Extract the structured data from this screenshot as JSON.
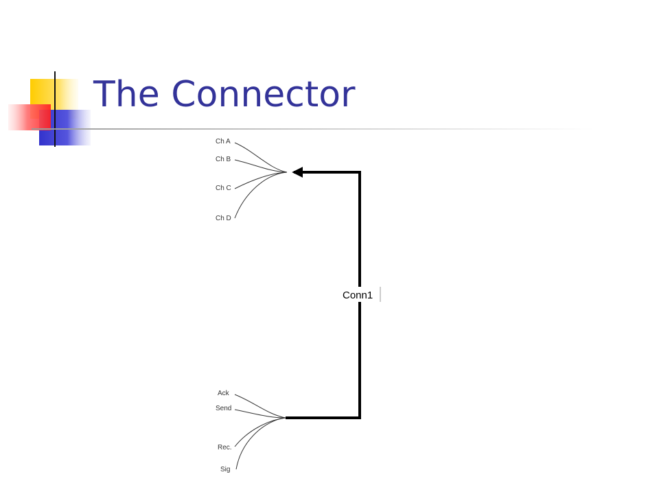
{
  "slide": {
    "title": "The Connector",
    "title_color": "#333399"
  },
  "logo": {
    "colors": {
      "yellow": "#FFCC00",
      "red": "#FF3333",
      "blue": "#3333CC"
    }
  },
  "diagram": {
    "connector_label": "Conn1",
    "top_group": {
      "pins": [
        "Ch A",
        "Ch B",
        "Ch C",
        "Ch D"
      ]
    },
    "bottom_group": {
      "pins": [
        "Ack",
        "Send",
        "Rec.",
        "Sig"
      ]
    }
  }
}
